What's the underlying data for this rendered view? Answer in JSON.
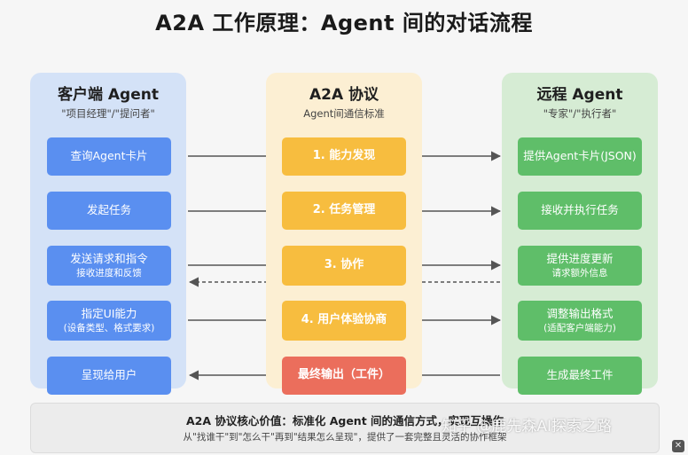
{
  "title": "A2A 工作原理：Agent 间的对话流程",
  "columns": {
    "client": {
      "heading": "客户端 Agent",
      "subtitle": "\"项目经理\"/\"提问者\"",
      "boxes": [
        {
          "line1": "查询Agent卡片",
          "line2": ""
        },
        {
          "line1": "发起任务",
          "line2": ""
        },
        {
          "line1": "发送请求和指令",
          "line2": "接收进度和反馈"
        },
        {
          "line1": "指定UI能力",
          "line2": "(设备类型、格式要求)"
        },
        {
          "line1": "呈现给用户",
          "line2": ""
        }
      ]
    },
    "protocol": {
      "heading": "A2A 协议",
      "subtitle": "Agent间通信标准",
      "boxes": [
        {
          "label": "1. 能力发现"
        },
        {
          "label": "2. 任务管理"
        },
        {
          "label": "3. 协作"
        },
        {
          "label": "4. 用户体验协商"
        },
        {
          "label": "最终输出（工件）"
        }
      ]
    },
    "remote": {
      "heading": "远程 Agent",
      "subtitle": "\"专家\"/\"执行者\"",
      "boxes": [
        {
          "line1": "提供Agent卡片(JSON)",
          "line2": ""
        },
        {
          "line1": "接收并执行任务",
          "line2": ""
        },
        {
          "line1": "提供进度更新",
          "line2": "请求额外信息"
        },
        {
          "line1": "调整输出格式",
          "line2": "(适配客户端能力)"
        },
        {
          "line1": "生成最终工件",
          "line2": ""
        }
      ]
    }
  },
  "footer": {
    "main": "A2A 协议核心价值：标准化 Agent 间的通信方式，实现互操作",
    "sub": "从\"找谁干\"到\"怎么干\"再到\"结果怎么呈现\"，提供了一套完整且灵活的协作框架"
  },
  "watermark": "知乎 @鹿先森AI探索之路",
  "colors": {
    "client_col": "#d4e2f7",
    "protocol_col": "#fcefd3",
    "remote_col": "#d6ecd4",
    "client_box": "#5a8ff0",
    "protocol_box": "#f7bd3f",
    "output_box": "#eb6e5c",
    "remote_box": "#5fbe69",
    "arrow": "#555555"
  }
}
